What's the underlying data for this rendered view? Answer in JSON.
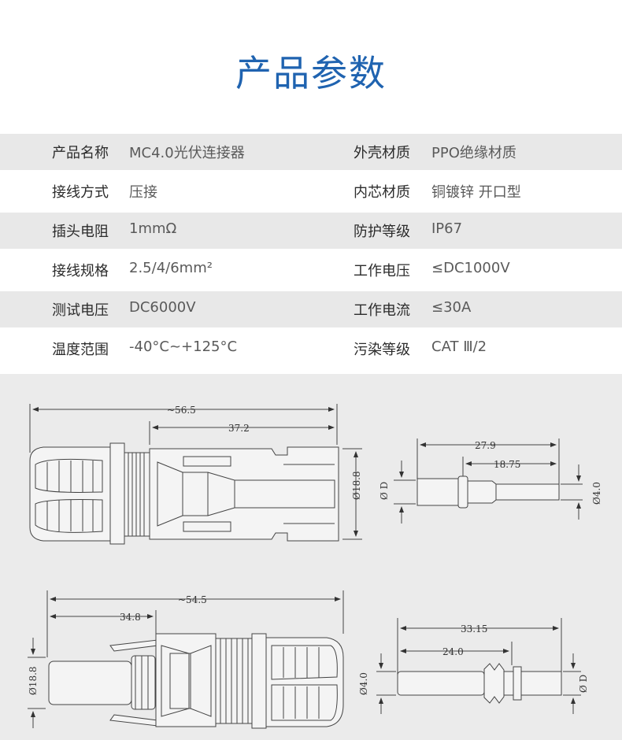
{
  "page_title": "产品参数",
  "specs": [
    {
      "left_label": "产品名称",
      "left_value": "MC4.0光伏连接器",
      "right_label": "外壳材质",
      "right_value": "PPO绝缘材质"
    },
    {
      "left_label": "接线方式",
      "left_value": "压接",
      "right_label": "内芯材质",
      "right_value": "铜镀锌 开口型"
    },
    {
      "left_label": "插头电阻",
      "left_value": "1mmΩ",
      "right_label": "防护等级",
      "right_value": "IP67"
    },
    {
      "left_label": "接线规格",
      "left_value": "2.5/4/6mm²",
      "right_label": "工作电压",
      "right_value": "≤DC1000V"
    },
    {
      "left_label": "测试电压",
      "left_value": "DC6000V",
      "right_label": "工作电流",
      "right_value": "≤30A"
    },
    {
      "left_label": "温度范围",
      "left_value": "-40°C~+125°C",
      "right_label": "污染等级",
      "right_value": "CAT Ⅲ/2"
    }
  ],
  "drawings": {
    "female_connector": {
      "overall": "~56.5",
      "partial": "37.2",
      "diameter": "Ø18.8"
    },
    "female_pin": {
      "overall": "27.9",
      "partial": "18.75",
      "left_dia": "Ø D",
      "right_dia": "Ø4.0"
    },
    "male_connector": {
      "overall": "~54.5",
      "partial": "34.8",
      "diameter": "Ø18.8"
    },
    "male_pin": {
      "overall": "33.15",
      "partial": "24.0",
      "left_dia": "Ø4.0",
      "right_dia": "Ø D"
    }
  }
}
